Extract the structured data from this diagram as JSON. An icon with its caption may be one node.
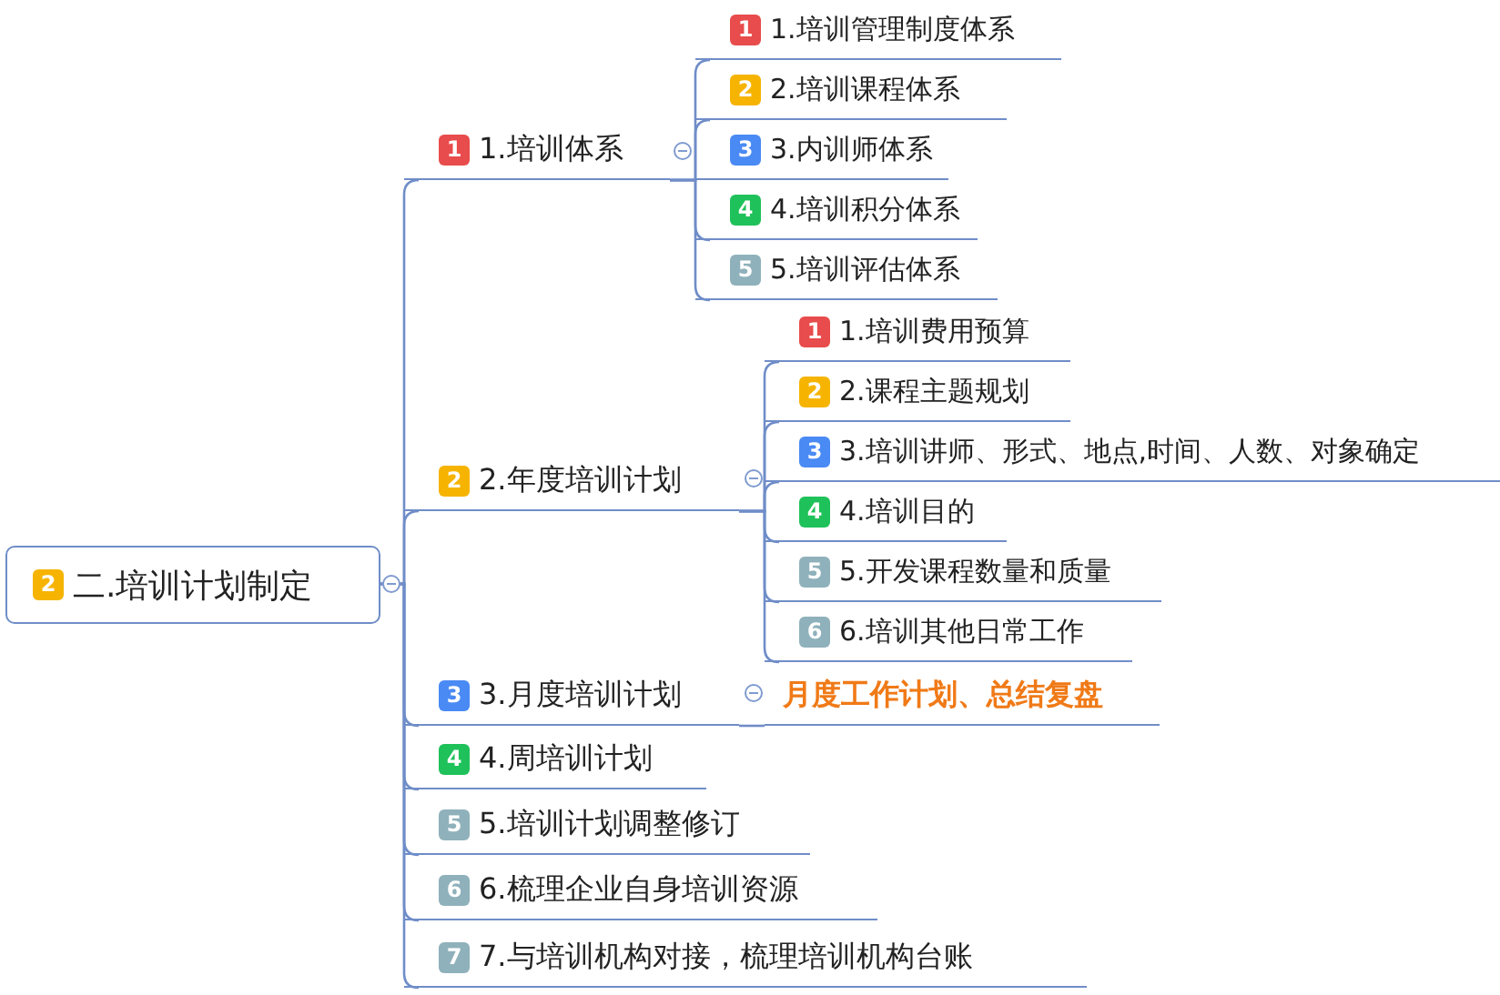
{
  "diagram": {
    "nodes": [
      {
        "text": [
          "2",
          "二.培训计划制定"
        ]
      },
      {
        "text": [
          "1",
          "1.培训体系"
        ]
      },
      {
        "text": [
          "1",
          "1.培训管理制度体系"
        ]
      },
      {
        "text": [
          "2",
          "2.培训课程体系"
        ]
      },
      {
        "text": [
          "3",
          "3.内训师体系"
        ]
      },
      {
        "text": [
          "4",
          "4.培训积分体系"
        ]
      },
      {
        "text": [
          "5",
          "5.培训评估体系"
        ]
      },
      {
        "text": [
          "2",
          "2.年度培训计划"
        ]
      },
      {
        "text": [
          "1",
          "1.培训费用预算"
        ]
      },
      {
        "text": [
          "2",
          "2.课程主题规划"
        ]
      },
      {
        "text": [
          "3",
          "3.培训讲师、形式、地点,时间、人数、对象确定"
        ]
      },
      {
        "text": [
          "4",
          "4.培训目的"
        ]
      },
      {
        "text": [
          "5",
          "5.开发课程数量和质量"
        ]
      },
      {
        "text": [
          "6",
          "6.培训其他日常工作"
        ]
      },
      {
        "text": [
          "3",
          "3.月度培训计划"
        ]
      },
      {
        "text": [
          "月度工作计划、总结复盘"
        ]
      },
      {
        "text": [
          "4",
          "4.周培训计划"
        ]
      },
      {
        "text": [
          "5",
          "5.培训计划调整修订"
        ]
      },
      {
        "text": [
          "6",
          "6.梳理企业自身培训资源"
        ]
      },
      {
        "text": [
          "7",
          "7.与培训机构对接，梳理培训机构台账"
        ]
      }
    ],
    "edges": [
      {
        "from": 0,
        "to": 1,
        "arrow": "none"
      },
      {
        "from": 0,
        "to": 7,
        "arrow": "none"
      },
      {
        "from": 0,
        "to": 14,
        "arrow": "none"
      },
      {
        "from": 0,
        "to": 16,
        "arrow": "none"
      },
      {
        "from": 0,
        "to": 17,
        "arrow": "none"
      },
      {
        "from": 0,
        "to": 18,
        "arrow": "none"
      },
      {
        "from": 0,
        "to": 19,
        "arrow": "none"
      },
      {
        "from": 1,
        "to": 2,
        "arrow": "none"
      },
      {
        "from": 1,
        "to": 3,
        "arrow": "none"
      },
      {
        "from": 1,
        "to": 4,
        "arrow": "none"
      },
      {
        "from": 1,
        "to": 5,
        "arrow": "none"
      },
      {
        "from": 1,
        "to": 6,
        "arrow": "none"
      },
      {
        "from": 7,
        "to": 8,
        "arrow": "none"
      },
      {
        "from": 7,
        "to": 9,
        "arrow": "none"
      },
      {
        "from": 7,
        "to": 10,
        "arrow": "none"
      },
      {
        "from": 7,
        "to": 11,
        "arrow": "none"
      },
      {
        "from": 7,
        "to": 12,
        "arrow": "none"
      },
      {
        "from": 7,
        "to": 13,
        "arrow": "none"
      },
      {
        "from": 14,
        "to": 15,
        "arrow": "none"
      }
    ]
  }
}
